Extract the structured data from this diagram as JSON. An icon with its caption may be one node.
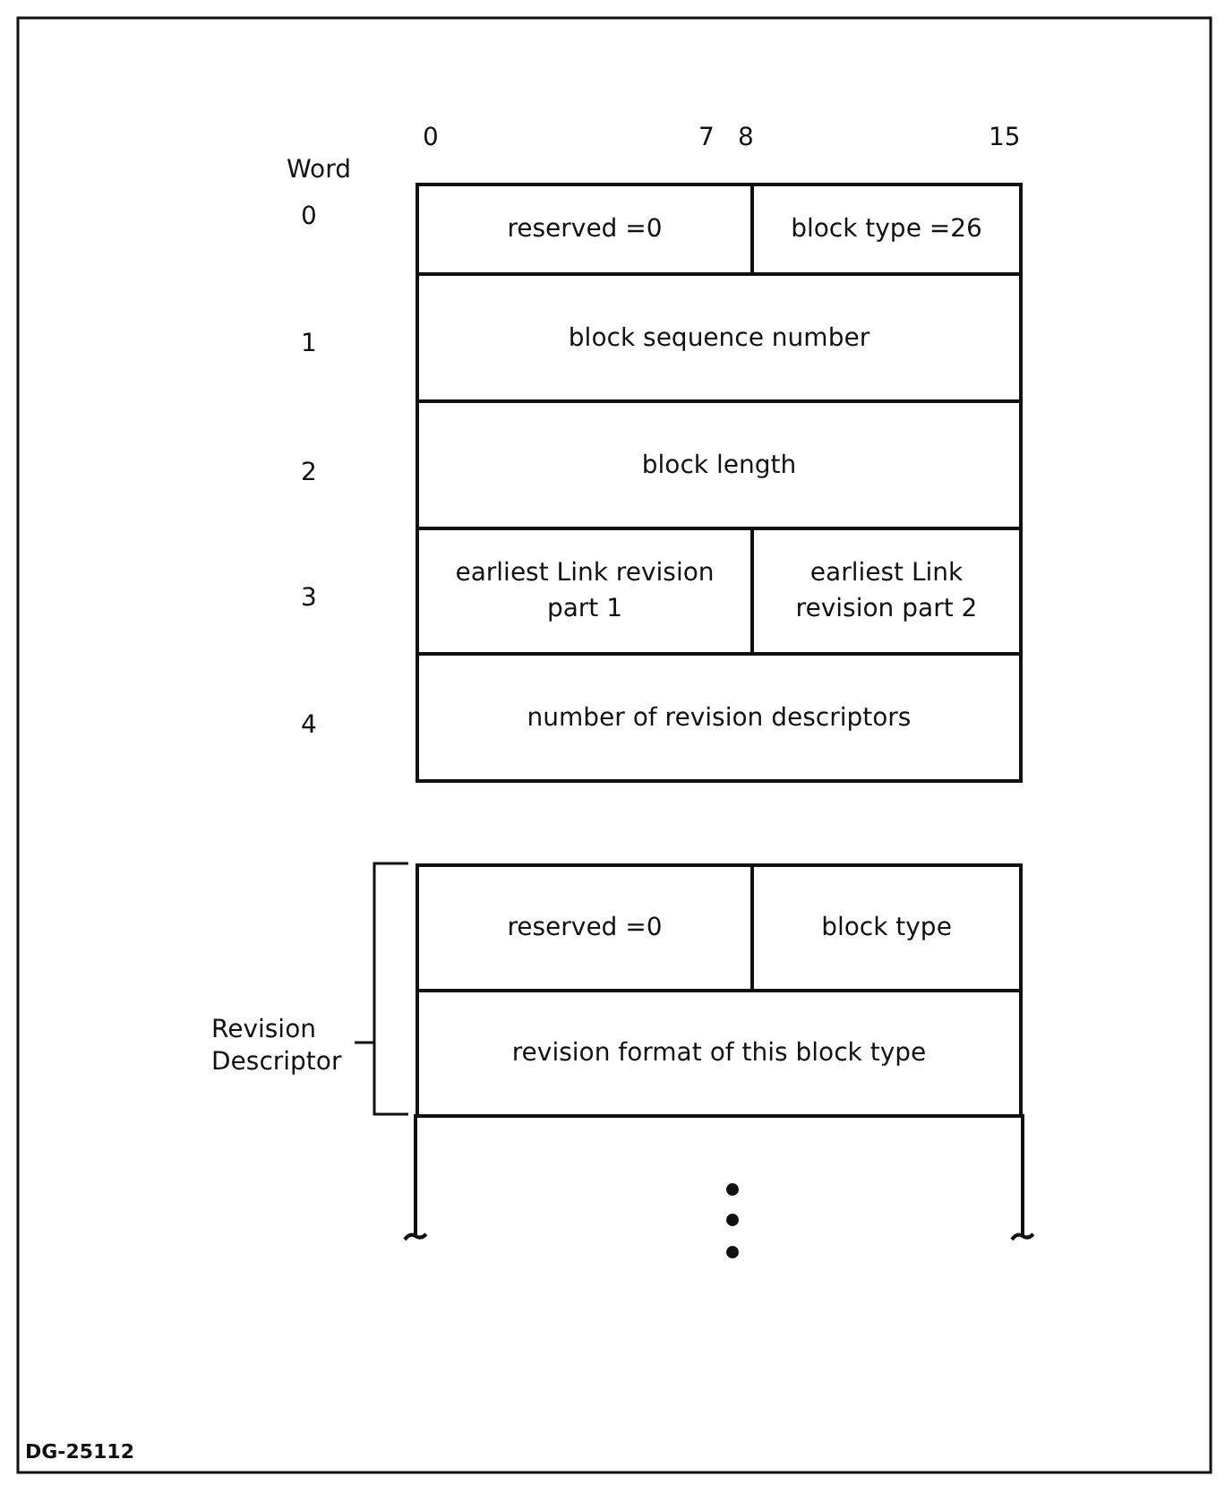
{
  "diagram": {
    "nodes": [
      {
        "text": [
          "reserved =0"
        ]
      },
      {
        "text": [
          "block type =26"
        ]
      },
      {
        "text": [
          "block sequence number"
        ]
      },
      {
        "text": [
          "block length"
        ]
      },
      {
        "text": [
          "earliest Link revision part 1"
        ]
      },
      {
        "text": [
          "earliest Link revision part 2"
        ]
      },
      {
        "text": [
          "number of revision descriptors"
        ]
      },
      {
        "text": [
          "reserved =0"
        ]
      },
      {
        "text": [
          "block type"
        ]
      },
      {
        "text": [
          "revision format of this block type"
        ]
      }
    ],
    "edges": [],
    "labels": [
      "0",
      "7",
      "8",
      "15",
      "Word",
      "0",
      "1",
      "2",
      "3",
      "4",
      "Revision Descriptor",
      "DG-25112"
    ]
  }
}
